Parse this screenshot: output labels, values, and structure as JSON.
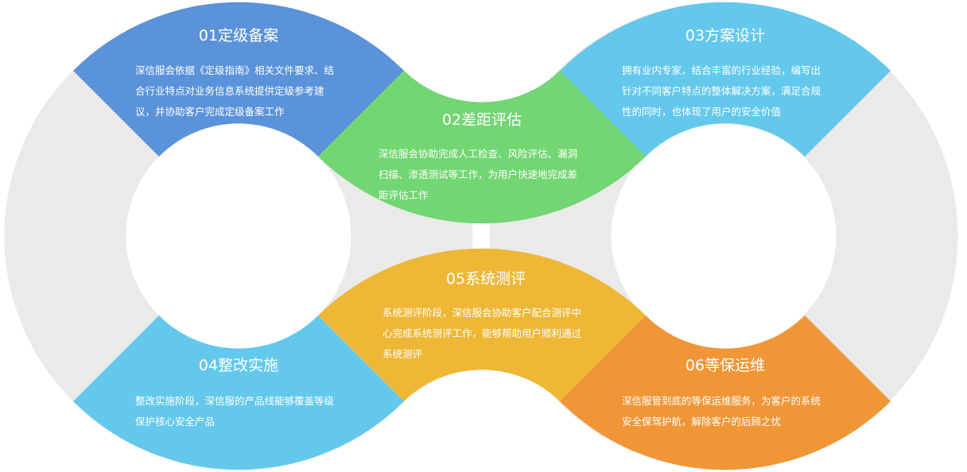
{
  "colors": {
    "ring": "#eaeaea",
    "step1": "#5b93da",
    "step2": "#72d672",
    "step3": "#64c8ec",
    "step4": "#64c8ec",
    "step5": "#eeb736",
    "step6": "#f09637"
  },
  "steps": [
    {
      "title": "01定级备案",
      "lines": [
        "深信服会依据《定级指南》相关文件要求、结",
        "合行业特点对业务信息系统提供定级参考建",
        "议，并协助客户完成定级备案工作"
      ]
    },
    {
      "title": "02差距评估",
      "lines": [
        "深信服会协助完成人工检查、风险评估、漏洞",
        "扫描、渗透测试等工作，为用户快速地完成差",
        "距评估工作"
      ]
    },
    {
      "title": "03方案设计",
      "lines": [
        "拥有业内专家，结合丰富的行业经验，编写出",
        "针对不同客户特点的整体解决方案，满足合规",
        "性的同时，也体现了用户的安全价值"
      ]
    },
    {
      "title": "04整改实施",
      "lines": [
        "整改实施阶段，深信服的产品线能够覆盖等级",
        "保护核心安全产品"
      ]
    },
    {
      "title": "05系统测评",
      "lines": [
        "系统测评阶段，深信服会协助客户配合测评中",
        "心完成系统测评工作，能够帮助用户顺利通过",
        "系统测评"
      ]
    },
    {
      "title": "06等保运维",
      "lines": [
        "深信服管到底的等保运维服务，为客户的系统",
        "安全保驾护航，解除客户的后顾之忧"
      ]
    }
  ]
}
